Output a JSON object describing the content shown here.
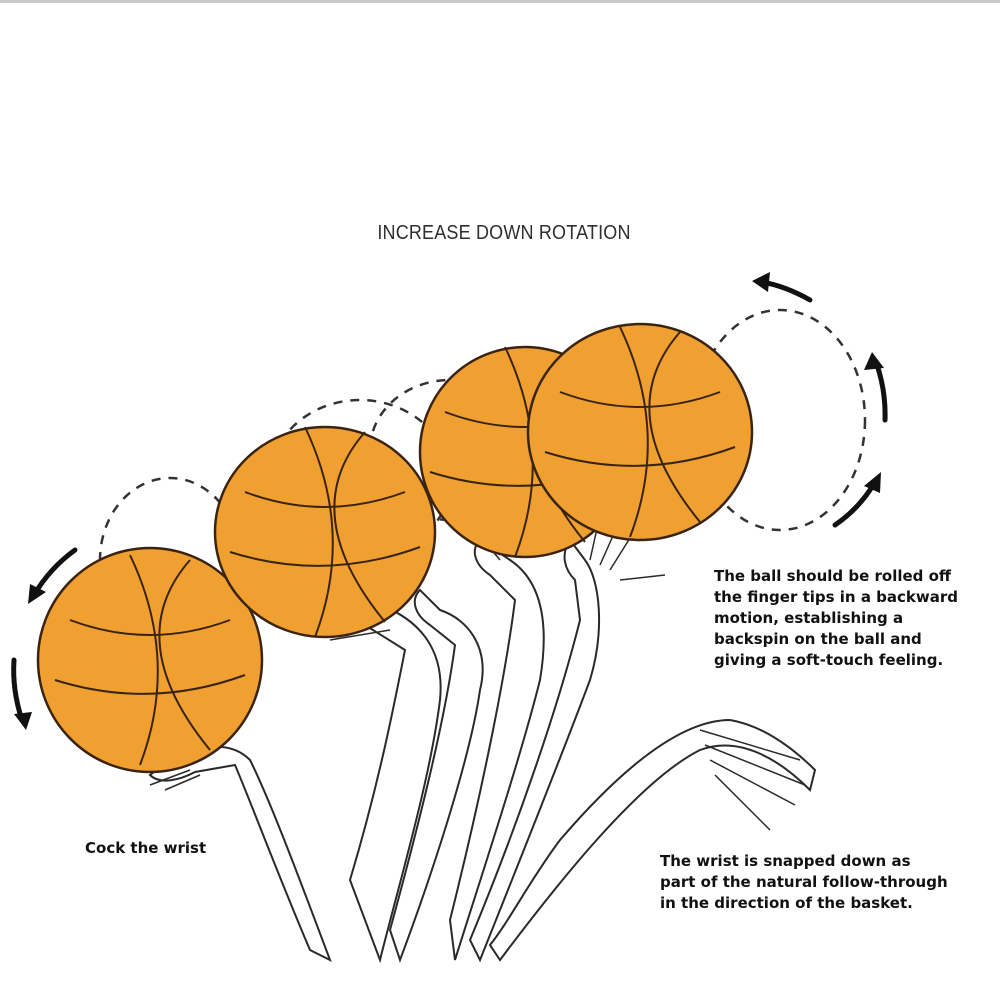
{
  "title": "INCREASE DOWN ROTATION",
  "captions": {
    "backspin": [
      "The ball should be rolled off",
      "the finger tips in a backward",
      "motion, establishing  a",
      "backspin on the ball and",
      "giving a soft-touch feeling."
    ],
    "cock_wrist": "Cock the wrist",
    "wrist_snap": [
      "The wrist is snapped down as",
      "part of the natural follow-through",
      "in the direction of the basket."
    ]
  },
  "colors": {
    "ball_fill": "#f0a030",
    "ball_line": "#3a2410",
    "ink": "#222222"
  }
}
